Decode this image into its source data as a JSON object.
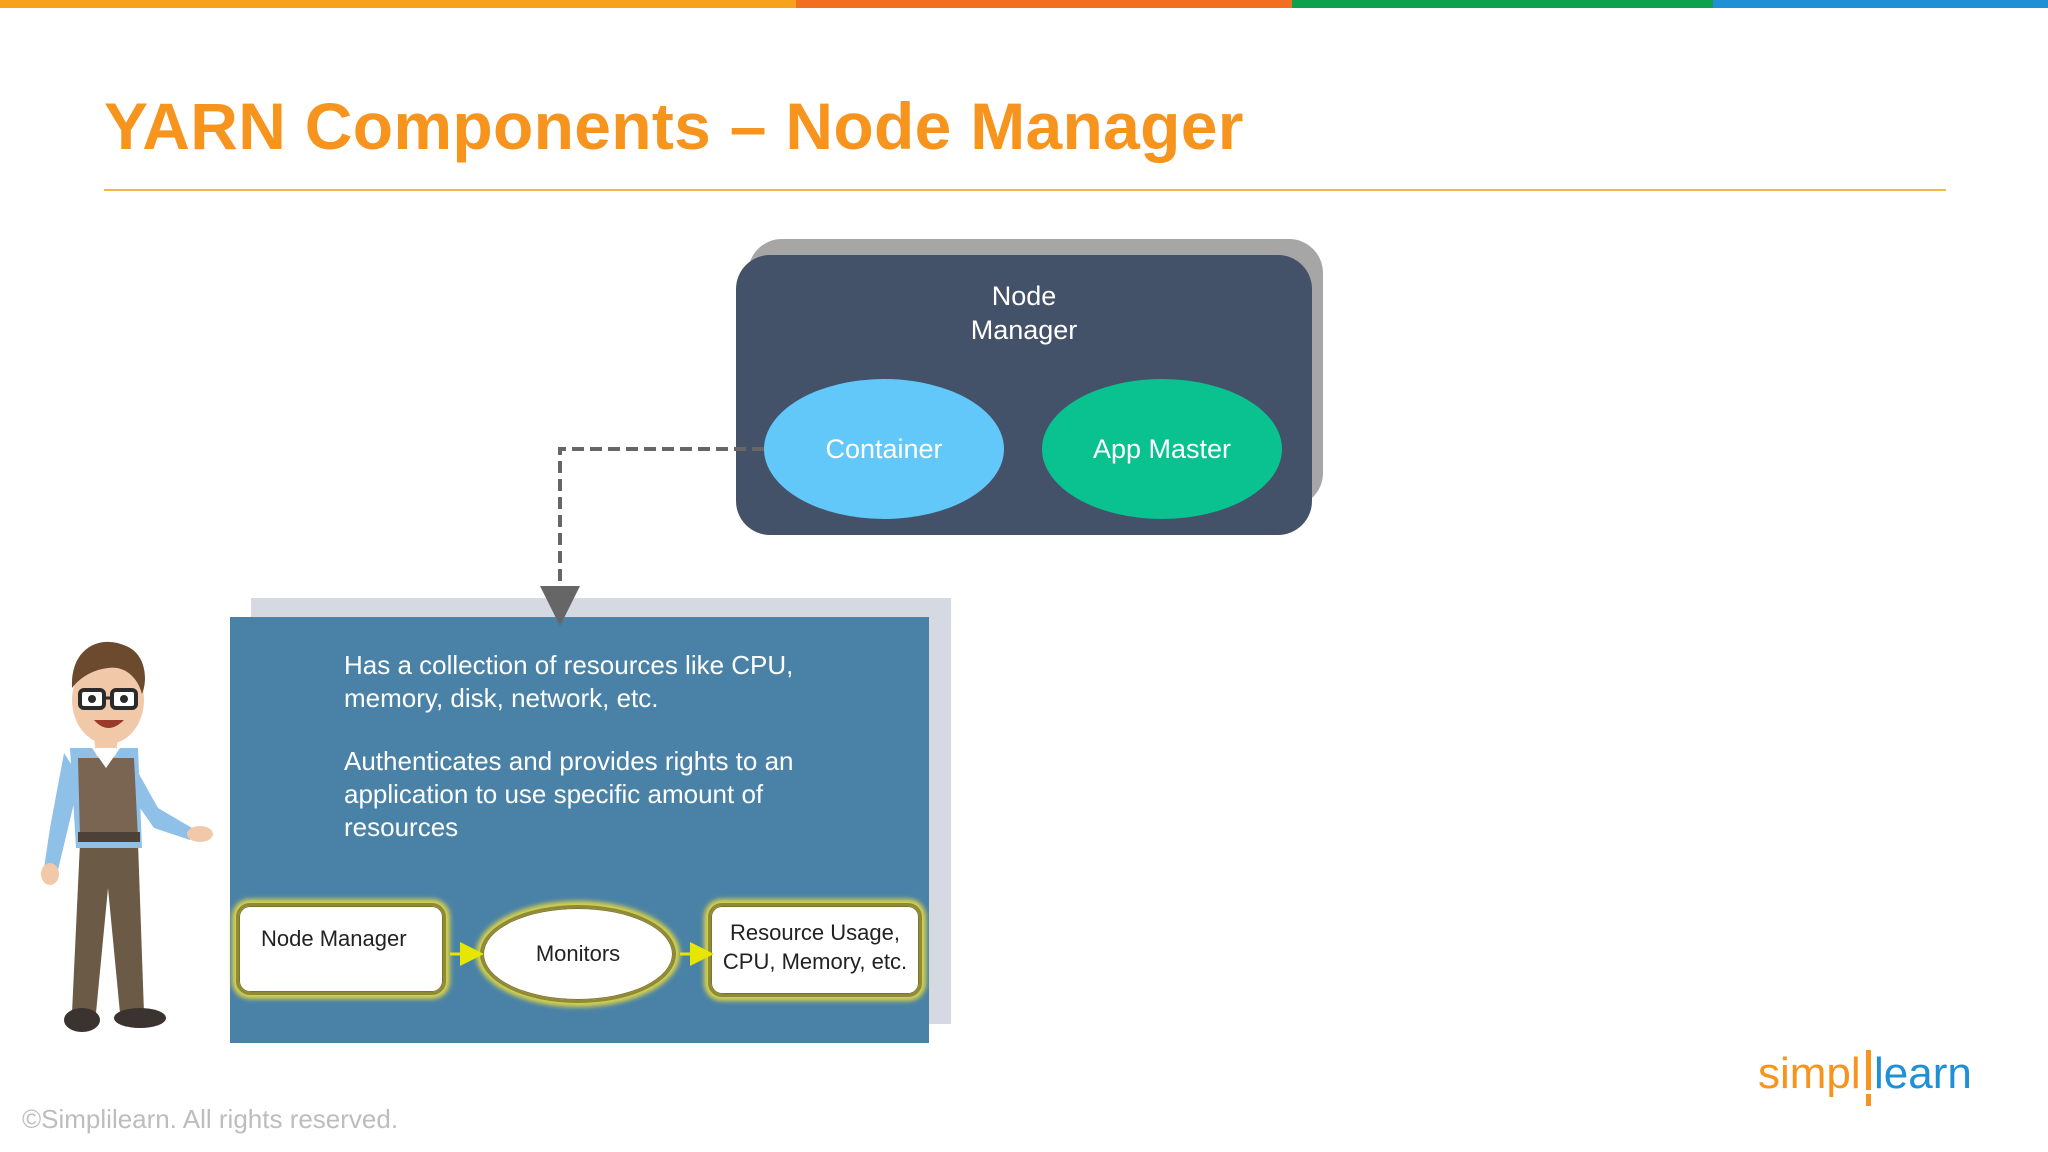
{
  "brand_colors": [
    "#f7a21b",
    "#f26f21",
    "#0da14b",
    "#1f8fd6"
  ],
  "slide": {
    "title": "YARN Components – Node Manager"
  },
  "node_manager_box": {
    "title_line1": "Node",
    "title_line2": "Manager",
    "container_label": "Container",
    "app_master_label": "App Master"
  },
  "panel": {
    "point1": "Has a collection of resources like CPU, memory, disk, network, etc.",
    "point2": "Authenticates and provides rights to an application to use specific amount of resources",
    "flow": {
      "node_manager": "Node Manager",
      "monitors": "Monitors",
      "resource_line1": "Resource Usage,",
      "resource_line2": "CPU, Memory, etc."
    }
  },
  "footer": {
    "copyright": "©Simplilearn. All rights reserved.",
    "logo_part1": "simpl",
    "logo_part2": "learn"
  }
}
